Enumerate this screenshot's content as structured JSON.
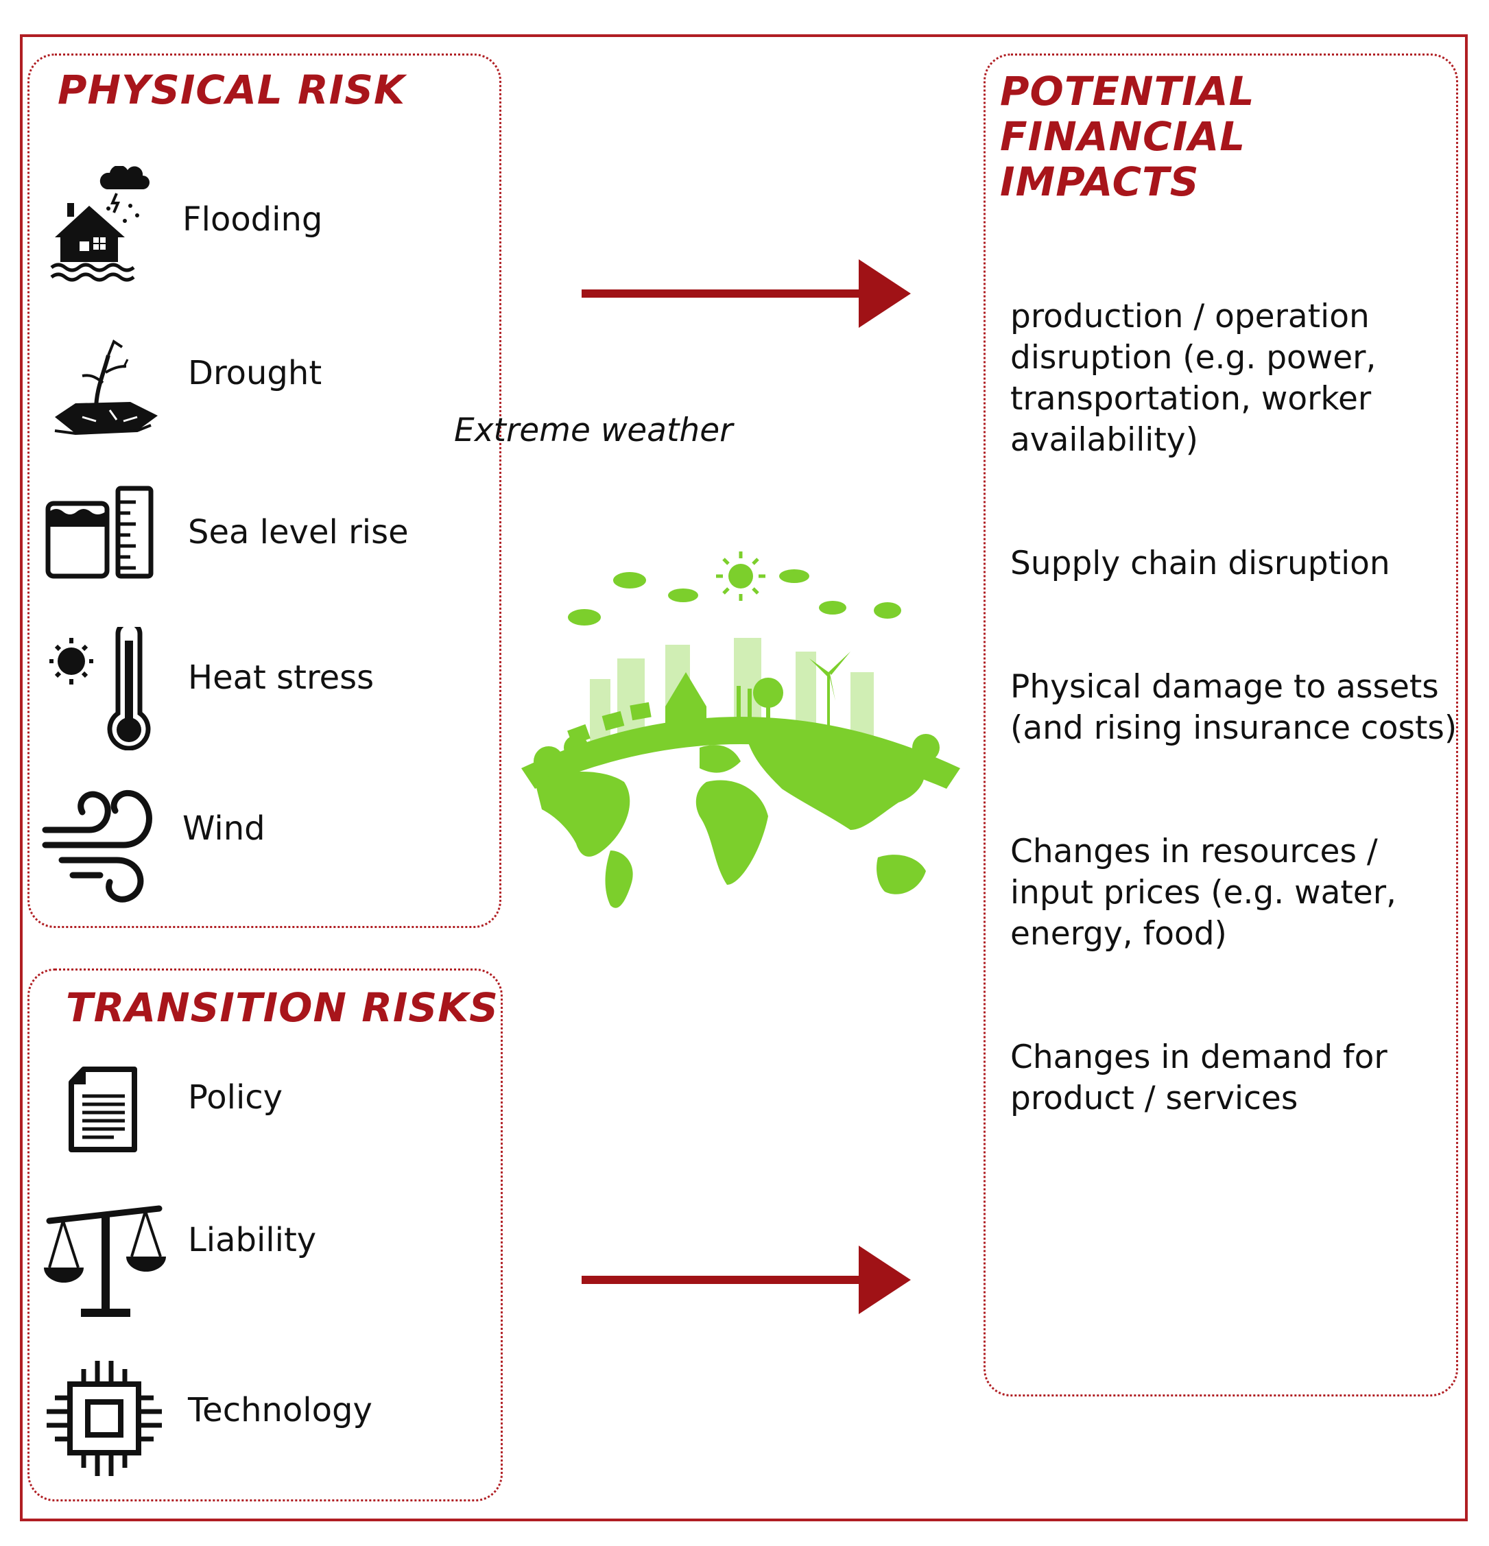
{
  "physical": {
    "title": "PHYSICAL RISK",
    "items": [
      {
        "label": "Flooding",
        "icon": "flooded-house-icon"
      },
      {
        "label": "Drought",
        "icon": "dead-tree-icon"
      },
      {
        "label": "Sea level rise",
        "icon": "water-gauge-icon"
      },
      {
        "label": "Heat stress",
        "icon": "thermometer-sun-icon"
      },
      {
        "label": "Wind",
        "icon": "wind-icon"
      }
    ]
  },
  "transition": {
    "title": "TRANSITION RISKS",
    "items": [
      {
        "label": "Policy",
        "icon": "document-icon"
      },
      {
        "label": "Liability",
        "icon": "scales-icon"
      },
      {
        "label": "Technology",
        "icon": "chip-icon"
      }
    ]
  },
  "center": {
    "caption": "Extreme weather",
    "illustration": "green-earth-icon"
  },
  "impacts": {
    "title": "POTENTIAL FINANCIAL IMPACTS",
    "items": [
      "production / operation disruption (e.g. power, transportation, worker availability)",
      "Supply chain disruption",
      "Physical damage to assets (and rising insurance costs)",
      "Changes in resources / input prices (e.g. water, energy, food)",
      "Changes in demand for product / services"
    ]
  },
  "colors": {
    "accent": "#a8151b",
    "arrow": "#a01216",
    "green": "#7ccf2c"
  }
}
